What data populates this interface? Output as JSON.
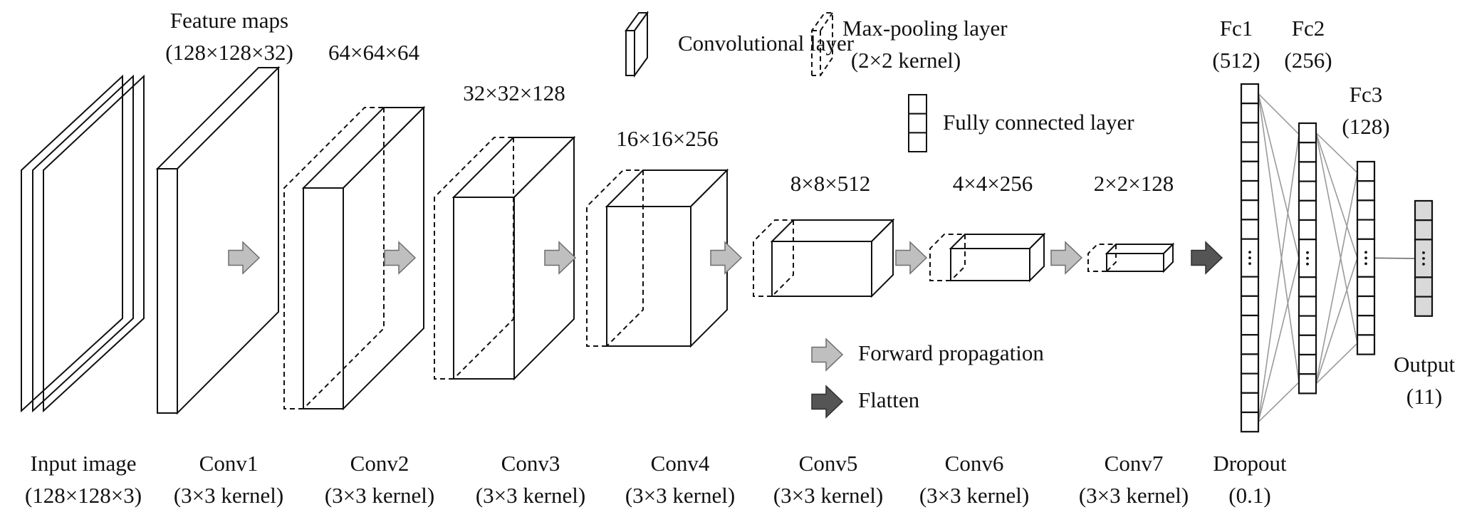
{
  "title": "CNN architecture diagram",
  "colors": {
    "forward_arrow": "#bfbfbf",
    "forward_arrow_stroke": "#6e6e6e",
    "flatten_arrow": "#555555",
    "flatten_arrow_stroke": "#2e2e2e",
    "output_cell": "#d9d9d9",
    "fc_cell": "#ffffff",
    "connection_line": "#9a9a9a"
  },
  "legend": {
    "conv_label": "Convolutional layer",
    "pool_label_line1": "Max-pooling layer",
    "pool_label_line2": "(2×2 kernel)",
    "fc_label": "Fully connected layer",
    "forward_label": "Forward propagation",
    "flatten_label": "Flatten"
  },
  "top_labels": {
    "feature_maps": "Feature maps",
    "conv1_shape": "(128×128×32)",
    "conv2_shape": "64×64×64",
    "conv3_shape": "32×32×128",
    "conv4_shape": "16×16×256",
    "conv5_shape": "8×8×512",
    "conv6_shape": "4×4×256",
    "conv7_shape": "2×2×128"
  },
  "layers": [
    {
      "id": "input",
      "name": "Input image",
      "detail": "(128×128×3)",
      "type": "input"
    },
    {
      "id": "conv1",
      "name": "Conv1",
      "detail": "(3×3 kernel)",
      "type": "conv",
      "shape": "128×128×32",
      "pooling": false
    },
    {
      "id": "conv2",
      "name": "Conv2",
      "detail": "(3×3 kernel)",
      "type": "conv",
      "shape": "64×64×64",
      "pooling": true
    },
    {
      "id": "conv3",
      "name": "Conv3",
      "detail": "(3×3 kernel)",
      "type": "conv",
      "shape": "32×32×128",
      "pooling": true
    },
    {
      "id": "conv4",
      "name": "Conv4",
      "detail": "(3×3 kernel)",
      "type": "conv",
      "shape": "16×16×256",
      "pooling": true
    },
    {
      "id": "conv5",
      "name": "Conv5",
      "detail": "(3×3 kernel)",
      "type": "conv",
      "shape": "8×8×512",
      "pooling": true
    },
    {
      "id": "conv6",
      "name": "Conv6",
      "detail": "(3×3 kernel)",
      "type": "conv",
      "shape": "4×4×256",
      "pooling": true
    },
    {
      "id": "conv7",
      "name": "Conv7",
      "detail": "(3×3 kernel)",
      "type": "conv",
      "shape": "2×2×128",
      "pooling": true
    },
    {
      "id": "dropout",
      "name": "Dropout",
      "detail": "(0.1)",
      "type": "dropout"
    }
  ],
  "dense": [
    {
      "id": "fc1",
      "name": "Fc1",
      "units": "(512)",
      "cells_above": 8,
      "cells_below": 8
    },
    {
      "id": "fc2",
      "name": "Fc2",
      "units": "(256)",
      "cells_above": 6,
      "cells_below": 6
    },
    {
      "id": "fc3",
      "name": "Fc3",
      "units": "(128)",
      "cells_above": 4,
      "cells_below": 4
    },
    {
      "id": "output",
      "name": "Output",
      "units": "(11)",
      "cells_above": 2,
      "cells_below": 2
    }
  ],
  "ellipsis_glyph": "⋮"
}
